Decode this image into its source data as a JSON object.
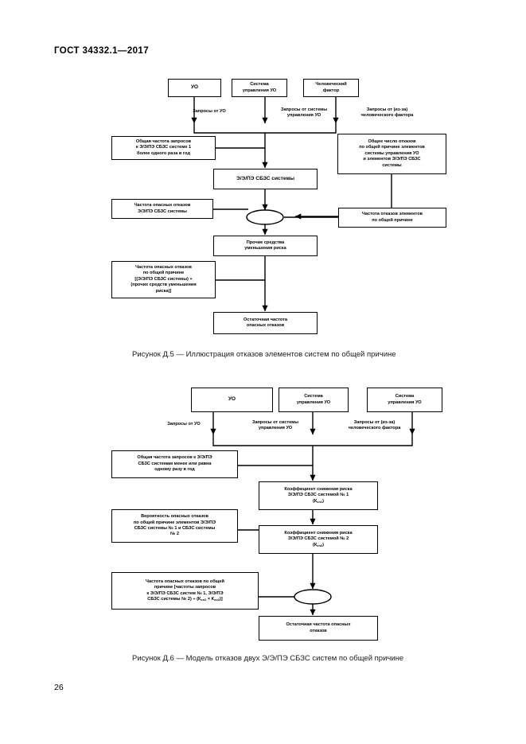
{
  "document": {
    "header": "ГОСТ 34332.1—2017",
    "page_number": "26"
  },
  "figure_d5": {
    "caption": "Рисунок Д.5 — Иллюстрация отказов элементов систем по общей причине",
    "nodes": {
      "uo": "УО",
      "control_system": "Система\nуправления УО",
      "human_factor": "Человеческий\nфактор",
      "demand_rate_left": "Общая частота запросов\nк Э/Э/ПЭ СБЗС системе 1\nболее одного раза в год",
      "ccf_total_right": "Общее число отказов\nпо общей причине элементов\nсистемы управления УО\nи элементов Э/Э/ПЭ СБЗС\nсистемы",
      "eepe_system": "Э/Э/ПЭ СБЗС системы",
      "dangerous_failure_rate": "Частота опасных отказов\nЭ/Э/ПЭ СБЗС системы",
      "ccf_element_rate": "Частота отказов элементов\nпо общей причине",
      "other_risk_means": "Прочие средства\nуменьшения риска",
      "ccf_dangerous_rate": "Частота опасных отказов\nпо общей причине\n[(Э/Э/ПЭ СБЗС системы) +\n(прочих средств уменьшения\nриска)]",
      "residual_rate": "Остаточная частота\nопасных отказов"
    },
    "edge_labels": {
      "from_uo": "Запросы от УО",
      "from_control_system": "Запросы от системы\nуправления УО",
      "from_human_factor": "Запросы от (из-за)\nчеловеческого фактора"
    }
  },
  "figure_d6": {
    "caption": "Рисунок Д.6 — Модель отказов двух Э/Э/ПЭ СБЗС систем по общей причине",
    "nodes": {
      "uo": "УО",
      "control_system_1": "Система\nуправления УО",
      "control_system_2": "Система\nуправления УО",
      "demand_rate_left": "Общая частота запросов к Э/Э/ПЭ\nСБЗС системам менее или равна\nодному разу в год",
      "rrf_1": "Коэффициент снижения риска\nЭ/Э/ПЭ СБЗС системой № 1\n(Ксн1)",
      "rrf_2": "Коэффициент снижения риска\nЭ/Э/ПЭ СБЗС системой № 2\n(Ксн2)",
      "ccf_probability": "Вероятность опасных отказов\nпо общей причине элементов Э/Э/ПЭ\nСБЗС системы № 1 и СБЗС системы\n№ 2",
      "ccf_rate": "Частота опасных отказов по общей\nпричине [частоты запросов\nк Э/Э/ПЭ СБЗС систем № 1, Э/Э/ПЭ\nСБЗС системы № 2) ÷ (Ксн1 × Ксн2)]",
      "residual_rate": "Остаточная частота опасных\nотказов"
    },
    "edge_labels": {
      "from_uo": "Запросы от УО",
      "from_control_system": "Запросы от системы\nуправления УО",
      "from_human_factor": "Запросы от (из-за)\nчеловеческого фактора"
    }
  }
}
